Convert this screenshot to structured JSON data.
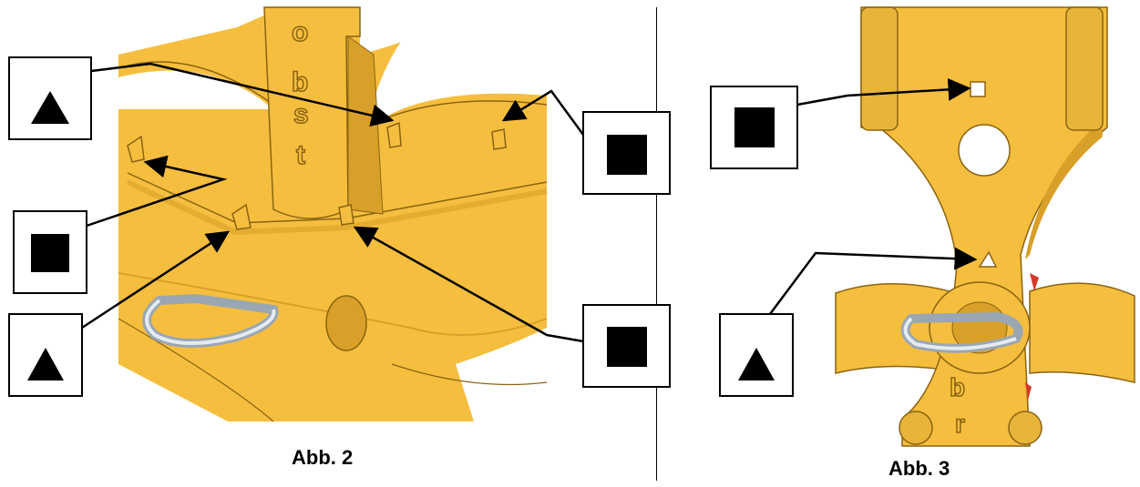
{
  "figures": {
    "left_caption": "Abb. 2",
    "right_caption": "Abb. 3"
  },
  "colors": {
    "part_fill": "#f6be3e",
    "part_edge": "#8a6412",
    "part_shadow": "#d9a029",
    "pin_fill": "#e8b43a",
    "ring_fill": "#c9d3dc",
    "marker_fill": "#000000",
    "accent_red": "#d23a2a"
  },
  "markers": {
    "left": [
      "triangle",
      "square",
      "triangle",
      "square",
      "square"
    ],
    "right": [
      "square",
      "triangle"
    ]
  },
  "engraved_letters": {
    "left_plate": [
      "o",
      "b",
      "s",
      "t"
    ],
    "right_plate": [
      "b",
      "r"
    ]
  }
}
